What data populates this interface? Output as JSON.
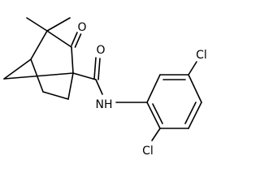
{
  "atom_labels": {
    "ketone_oxygen": "O",
    "amide_oxygen": "O",
    "amide_nh": "NH",
    "chlorine_top": "Cl",
    "chlorine_bottom": "Cl"
  }
}
